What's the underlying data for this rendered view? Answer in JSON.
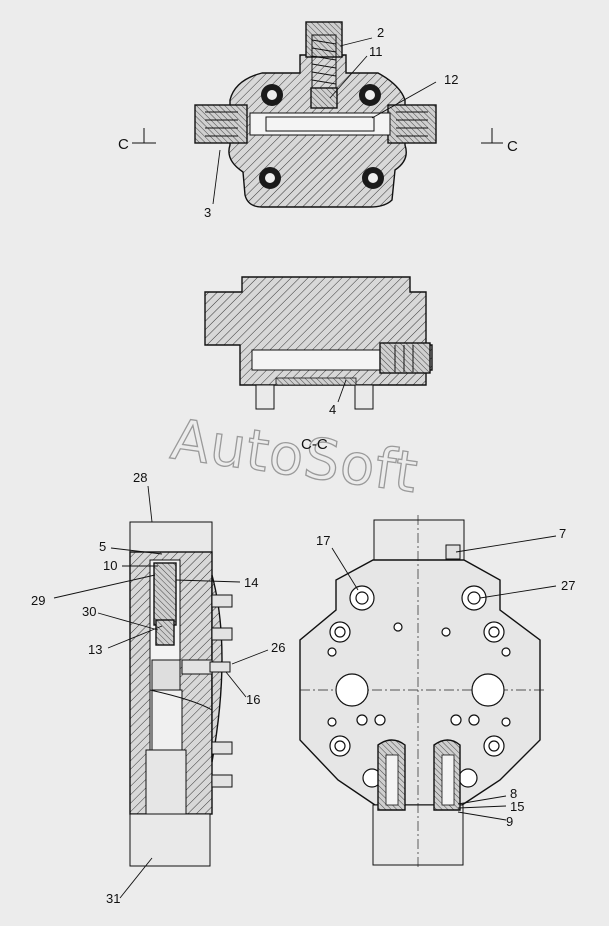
{
  "watermark": "AutoSoft",
  "section": {
    "marker": "C",
    "title": "C-C"
  },
  "callouts": {
    "top": [
      "2",
      "11",
      "12",
      "3"
    ],
    "middle": [
      "4"
    ],
    "left": [
      "28",
      "5",
      "10",
      "29",
      "30",
      "13",
      "14",
      "26",
      "16",
      "31"
    ],
    "right": [
      "17",
      "7",
      "27",
      "8",
      "15",
      "9"
    ]
  },
  "colors": {
    "background": "#ececec",
    "body_fill": "#d6d6d6",
    "line": "#111111",
    "watermark": "#9a9a9a"
  }
}
